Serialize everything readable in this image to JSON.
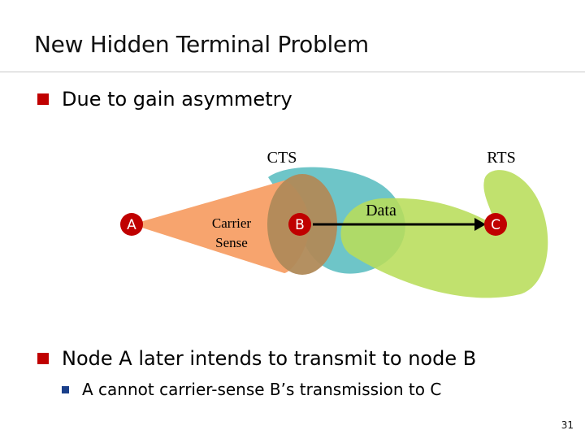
{
  "slide": {
    "title": "New Hidden Terminal Problem",
    "bullet_1": "Due to gain asymmetry",
    "bullet_2": "Node A later intends to transmit to node B",
    "sub_bullet_1": "A cannot carrier-sense B’s transmission to C",
    "page_number": "31"
  },
  "diagram": {
    "labels": {
      "cts": "CTS",
      "rts": "RTS",
      "data": "Data",
      "carrier_sense_line1": "Carrier",
      "carrier_sense_line2": "Sense"
    },
    "nodes": {
      "a": "A",
      "b": "B",
      "c": "C"
    },
    "colors": {
      "node_fill": "#c00000",
      "a_region": "#f7a46e",
      "b_region": "#b08a58",
      "cts_region": "#6ec5c8",
      "rts_region": "#b8dd5a",
      "accent": "#c00000",
      "sub_bullet": "#1a3f8a"
    }
  }
}
